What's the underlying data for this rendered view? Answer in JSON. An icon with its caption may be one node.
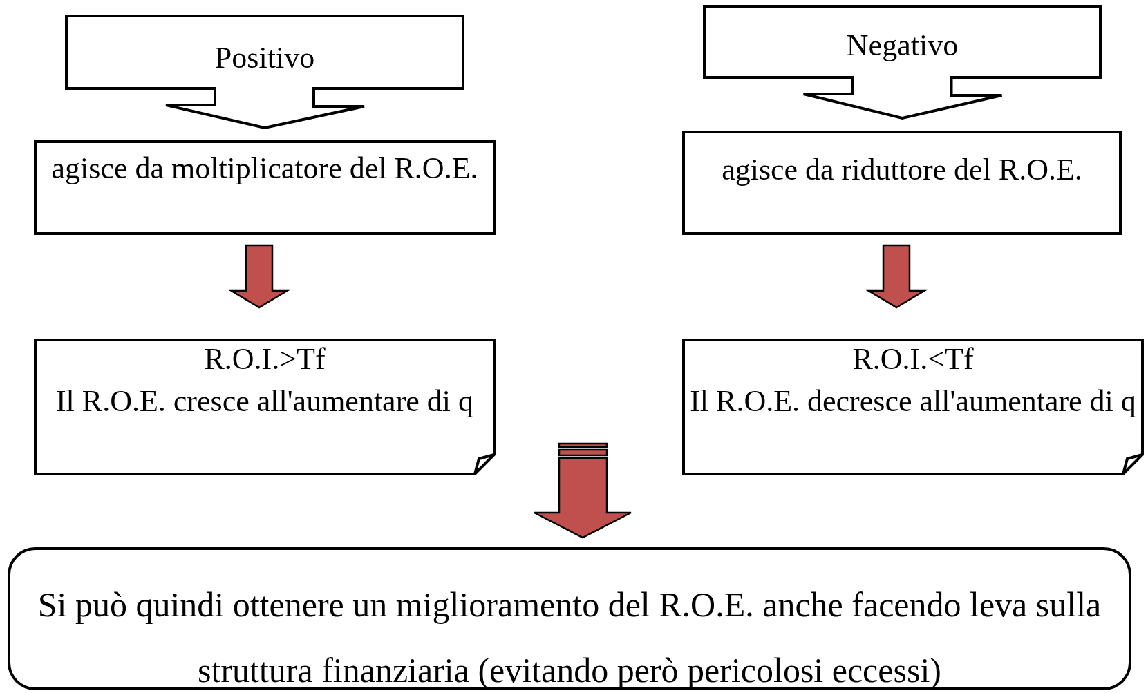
{
  "diagram": {
    "nodes": [
      {
        "text": [
          "Positivo"
        ]
      },
      {
        "text": [
          "Negativo"
        ]
      },
      {
        "text": [
          "agisce da moltiplicatore del R.O.E."
        ]
      },
      {
        "text": [
          "agisce da riduttore del R.O.E."
        ]
      },
      {
        "text": [
          "R.O.I.>Tf",
          "Il R.O.E. cresce all'aumentare di q"
        ]
      },
      {
        "text": [
          "R.O.I.<Tf",
          "Il R.O.E. decresce all'aumentare di q"
        ]
      },
      {
        "text": [
          "Si può quindi ottenere un miglioramento del R.O.E. anche facendo leva sulla struttura finanziaria (evitando però pericolosi eccessi)"
        ]
      }
    ],
    "edges": [
      {
        "from": 0,
        "to": 2,
        "arrow": "to"
      },
      {
        "from": 1,
        "to": 3,
        "arrow": "to"
      },
      {
        "from": 2,
        "to": 4,
        "arrow": "to",
        "color": "#c0504d"
      },
      {
        "from": 3,
        "to": 5,
        "arrow": "to",
        "color": "#c0504d"
      },
      {
        "from": 4,
        "to": 6,
        "arrow": "to",
        "color": "#c0504d"
      },
      {
        "from": 5,
        "to": 6,
        "arrow": "to",
        "color": "#c0504d"
      }
    ]
  }
}
